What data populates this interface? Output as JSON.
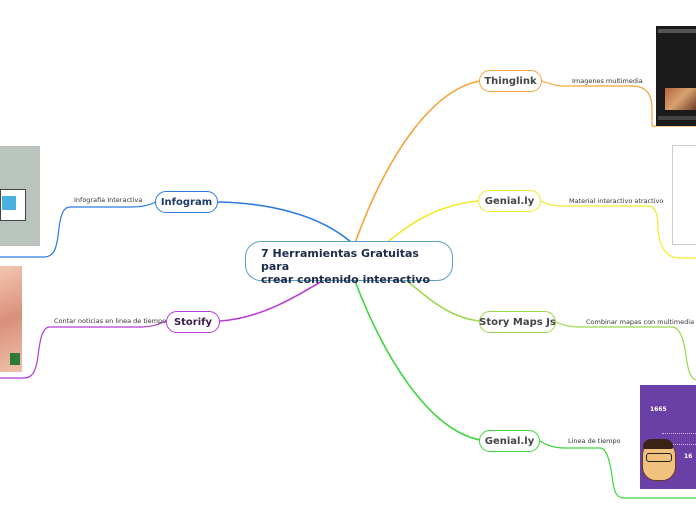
{
  "central": {
    "title_line1": "7 Herramientas Gratuitas para",
    "title_line2": "crear contenido interactivo"
  },
  "branches": {
    "thinglink": {
      "label": "Thinglink",
      "note": "Imagenes multimedia",
      "color": "#f5a43a"
    },
    "genially1": {
      "label": "Genial.ly",
      "note": "Material interactivo atractivo",
      "color": "#f2ea2a"
    },
    "storymaps": {
      "label": "Story Maps Js",
      "note": "Combinar mapas  con multimedia",
      "color": "#9bd84a"
    },
    "genially2": {
      "label": "Genial.ly",
      "note": "Linea de tiempo",
      "color": "#3ed63e"
    },
    "infogram": {
      "label": "Infogram",
      "note": "Infografia Interactiva",
      "color": "#2e7be0"
    },
    "storify": {
      "label": "Storify",
      "note": "Contar noticias en linea de tiempo",
      "color": "#b73ad6"
    }
  },
  "timeline_card": {
    "year1": "1665",
    "year2": "16"
  }
}
